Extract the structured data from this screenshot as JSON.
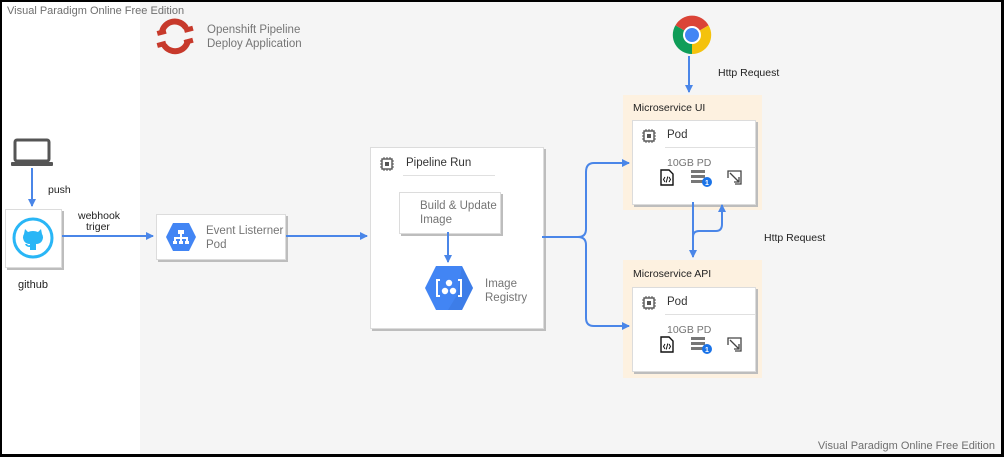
{
  "watermark": {
    "top_left": "Visual Paradigm Online Free Edition",
    "bottom_right": "Visual Paradigm Online Free Edition"
  },
  "title": {
    "icon": "openshift-logo-icon",
    "line1": "Openshift Pipeline",
    "line2": "Deploy Application"
  },
  "nodes": {
    "laptop": {
      "icon": "laptop-icon"
    },
    "github": {
      "icon": "github-icon",
      "label": "github"
    },
    "event_listener": {
      "icon": "network-hex-icon",
      "line1": "Event Listerner",
      "line2": "Pod"
    },
    "pipeline_run": {
      "icon": "chip-icon",
      "title": "Pipeline Run",
      "build": {
        "line1": "Build & Update",
        "line2": "Image"
      },
      "registry": {
        "icon": "container-registry-hex-icon",
        "line1": "Image",
        "line2": "Registry"
      }
    },
    "browser": {
      "icon": "chrome-icon"
    },
    "microservice_ui": {
      "title": "Microservice UI",
      "pod": {
        "icon": "chip-icon",
        "title": "Pod",
        "storage": "10GB PD",
        "badge": "1",
        "icons": [
          "code-file-icon",
          "storage-stack-icon",
          "scale-arrow-icon"
        ]
      }
    },
    "microservice_api": {
      "title": "Microservice API",
      "pod": {
        "icon": "chip-icon",
        "title": "Pod",
        "storage": "10GB PD",
        "badge": "1",
        "icons": [
          "code-file-icon",
          "storage-stack-icon",
          "scale-arrow-icon"
        ]
      }
    }
  },
  "edges": {
    "push": "push",
    "webhook_line1": "webhook",
    "webhook_line2": "triger",
    "http_top": "Http Request",
    "http_mid": "Http Request"
  },
  "colors": {
    "arrow": "#4a86e8",
    "gcp_blue": "#4285f4",
    "github_blue": "#29b6f6",
    "openshift_red": "#c0392b",
    "zone_fill": "#fdf1e0"
  }
}
